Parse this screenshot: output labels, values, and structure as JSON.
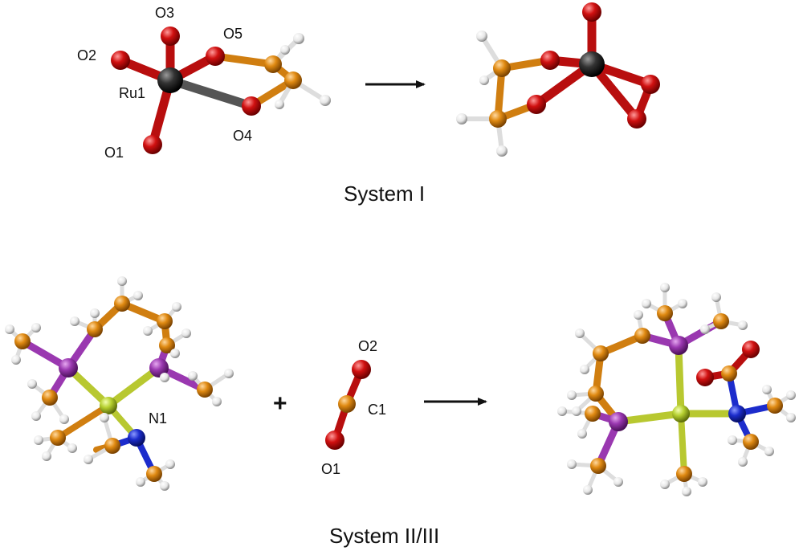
{
  "system1": {
    "caption": "System I",
    "labels": {
      "o1": "O1",
      "o2": "O2",
      "o3": "O3",
      "o4": "O4",
      "o5": "O5",
      "ru1": "Ru1"
    }
  },
  "system23": {
    "caption": "System II/III",
    "plus": "+",
    "labels": {
      "n1": "N1",
      "o1": "O1",
      "o2": "O2",
      "c1": "C1"
    }
  },
  "colors": {
    "oxygen": "#d01010",
    "carbon": "#e08a12",
    "hydrogen": "#ffffff",
    "ruthenium": "#333333",
    "phosphorus": "#9a38b0",
    "nitrogen": "#1c2ccc",
    "metal": "#b6d030"
  }
}
